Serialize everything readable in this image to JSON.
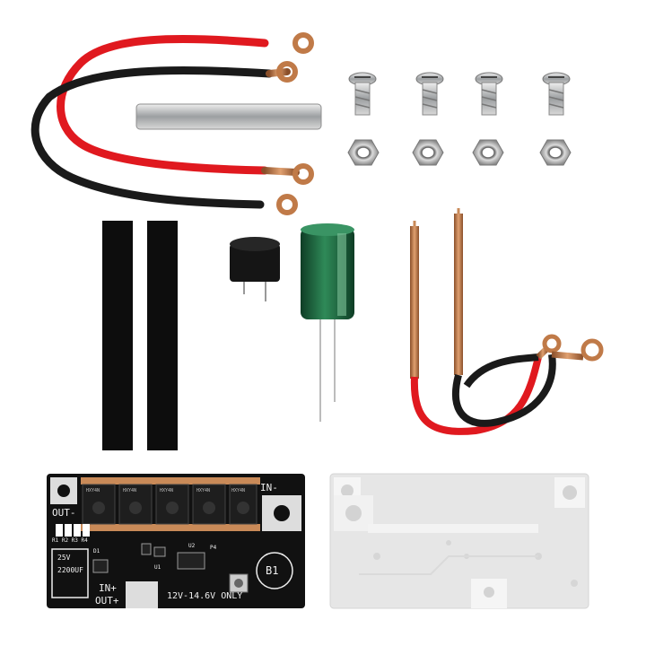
{
  "pcb": {
    "out_minus": "OUT-",
    "in_minus": "IN-",
    "in_plus": "IN+",
    "out_plus": "OUT+",
    "resistors": "R1 R2 R3 R4",
    "cap_voltage": "25V",
    "cap_value": "2200UF",
    "voltage_note": "12V-14.6V ONLY",
    "b1": "B1",
    "u1": "U1",
    "u2": "U2",
    "p4": "P4",
    "d1": "D1",
    "mosfet_mark": "HXY4N"
  },
  "colors": {
    "red_wire": "#e0191f",
    "black_wire": "#1a1a1a",
    "copper": "#c98a58",
    "pcb_black": "#111111",
    "pcb_silk": "#eeeeee",
    "capacitor_green": "#1f6e45",
    "tape": "#0d0d0d",
    "steel": "#b9bcbe"
  }
}
